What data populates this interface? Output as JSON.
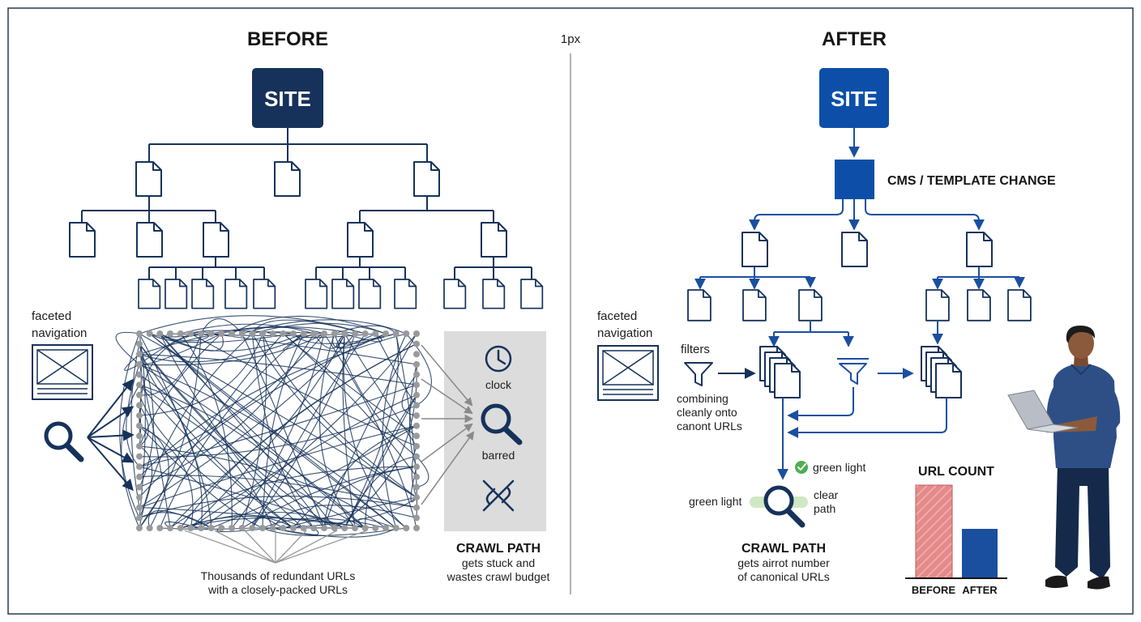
{
  "divider_label": "1px",
  "before": {
    "title": "BEFORE",
    "site_label": "SITE",
    "faceted_navigation": [
      "faceted",
      "navigation"
    ],
    "caption": [
      "Thousands of redundant URLs",
      "with a closely-packed URLs"
    ],
    "panel": {
      "clock_label": "clock",
      "barred_label": "barred"
    },
    "crawl_path": {
      "title": "CRAWL PATH",
      "lines": [
        "gets stuck and",
        "wastes crawl budget"
      ]
    }
  },
  "after": {
    "title": "AFTER",
    "site_label": "SITE",
    "cms_label": "CMS / TEMPLATE CHANGE",
    "faceted_navigation": [
      "faceted",
      "navigation"
    ],
    "filters_label": "filters",
    "combining_text": [
      "combining",
      "cleanly onto",
      "canont URLs"
    ],
    "green_light_top": "green light",
    "green_light_left": "green light",
    "clear_path": [
      "clear",
      "path"
    ],
    "crawl_path": {
      "title": "CRAWL PATH",
      "lines": [
        "gets airrot number",
        "of canonical URLs"
      ]
    }
  },
  "url_count_chart": {
    "title": "URL COUNT",
    "categories": [
      "BEFORE",
      "AFTER"
    ],
    "bar_colors": [
      "#e58a8a",
      "#1a4fa0"
    ]
  },
  "colors": {
    "navy": "#16325b",
    "blue": "#1a4fa0",
    "bright_blue": "#0d4fa8",
    "grey": "#888888",
    "green": "#4caf50"
  },
  "icons": [
    "page-icon",
    "wireframe-icon",
    "magnifier-icon",
    "clock-icon",
    "crossed-link-icon",
    "funnel-icon",
    "check-icon",
    "person-with-laptop"
  ]
}
